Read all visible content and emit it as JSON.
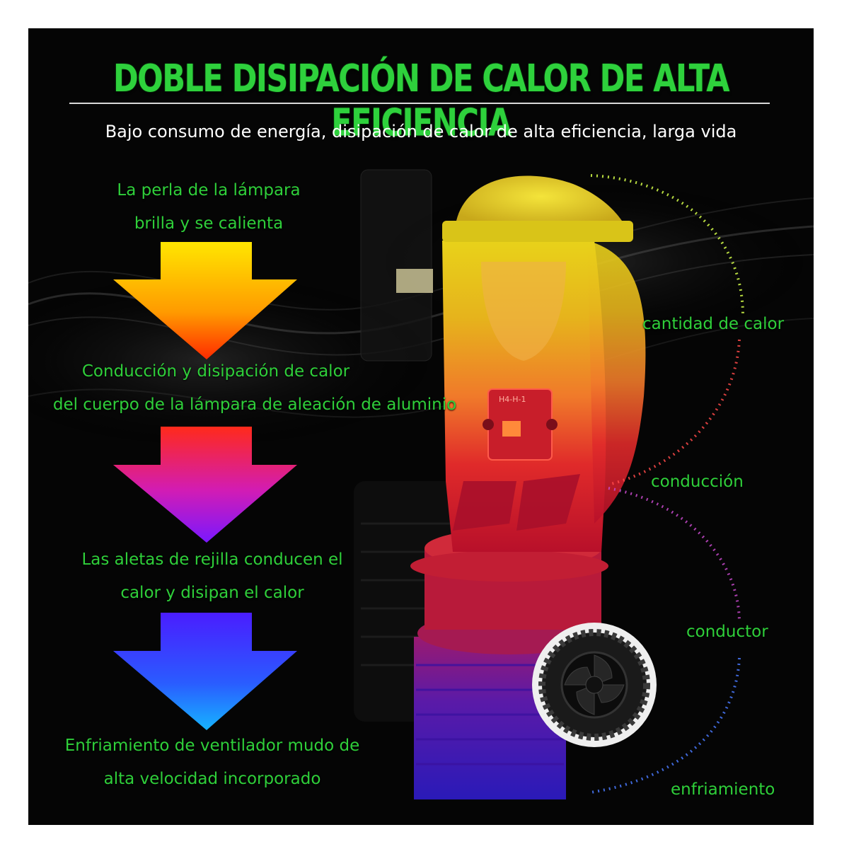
{
  "title": "DOBLE DISIPACIÓN DE CALOR DE ALTA EFICIENCIA",
  "subtitle": "Bajo consumo de energía, disipación de calor de alta eficiencia, larga vida",
  "steps": [
    {
      "line1": "La perla de la lámpara",
      "line2": "brilla y se calienta"
    },
    {
      "line1": "Conducción y disipación de calor",
      "line2": "del cuerpo de la lámpara de aleación de aluminio"
    },
    {
      "line1": "Las aletas de rejilla conducen el",
      "line2": "calor y disipan el calor"
    },
    {
      "line1": "Enfriamiento de ventilador mudo de",
      "line2": "alta velocidad incorporado"
    }
  ],
  "side_labels": {
    "heat": "cantidad de calor",
    "conduction": "conducción",
    "conductor": "conductor",
    "cooling": "enfriamiento"
  },
  "bulb_text": "H4-H-1",
  "colors": {
    "accent_green": "#2fcf3a",
    "arrow1": [
      "#ffd400",
      "#ff3a00"
    ],
    "arrow2": [
      "#ff2a1a",
      "#8a1cff"
    ],
    "arrow3": [
      "#3a2cff",
      "#1aa8ff"
    ]
  }
}
